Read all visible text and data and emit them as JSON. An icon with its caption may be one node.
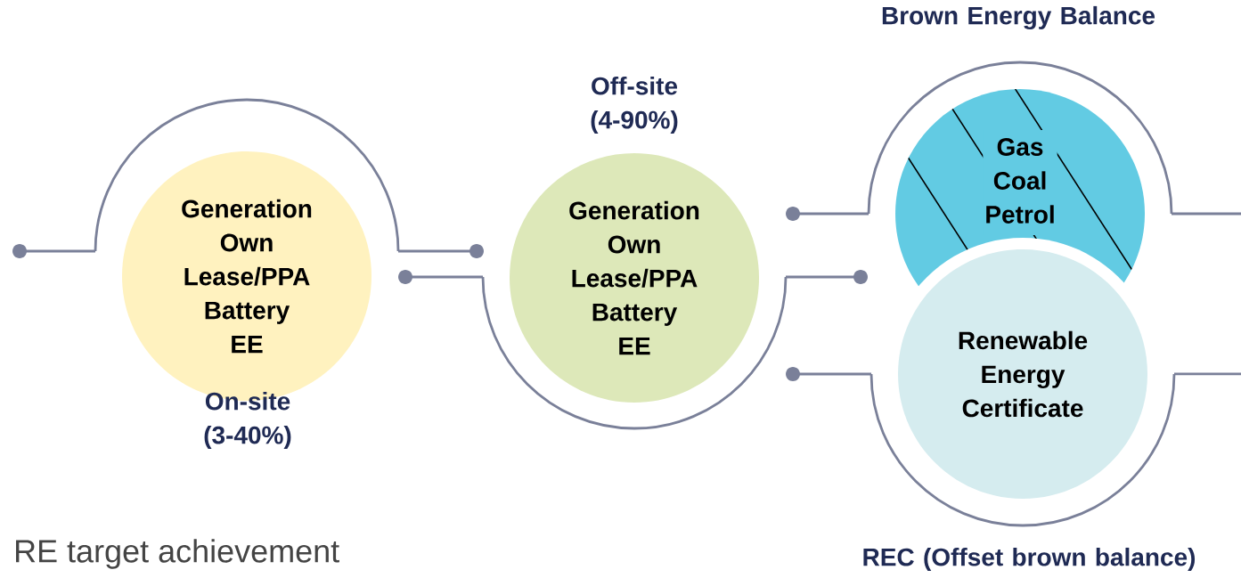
{
  "diagram": {
    "nodes": [
      {
        "text": [
          "Generation",
          "Own",
          "Lease/PPA",
          "Battery",
          "EE"
        ],
        "beside": [
          "On-site (3-40%)"
        ]
      },
      {
        "text": [
          "Generation",
          "Own",
          "Lease/PPA",
          "Battery",
          "EE"
        ],
        "beside": [
          "Off-site (4-90%)"
        ]
      },
      {
        "text": [
          "Gas",
          "Coal",
          "Petrol"
        ],
        "beside": [
          "Brown Energy Balance"
        ]
      },
      {
        "text": [
          "Renewable Energy Certificate"
        ],
        "beside": [
          "REC (Offset brown balance)"
        ]
      }
    ],
    "labels": [
      "RE target achievement"
    ]
  }
}
